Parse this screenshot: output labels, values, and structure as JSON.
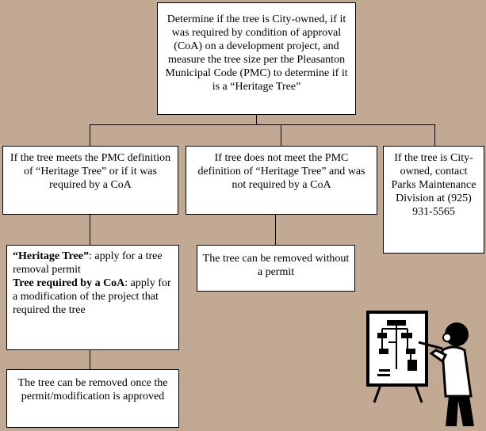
{
  "top_box": {
    "text": "Determine if the tree is City-owned, if it was required by condition of approval (CoA) on a development project, and measure the tree size per the Pleasanton Municipal Code (PMC) to determine if it is a “Heritage Tree”"
  },
  "heritage_box": {
    "text": "If the tree meets the PMC definition of “Heritage Tree” or if it was required by a CoA"
  },
  "not_heritage_box": {
    "text": "If tree does not meet the PMC definition of “Heritage Tree” and was not required by a CoA"
  },
  "city_box": {
    "text": "If the tree is City-owned, contact Parks Maintenance Division at (925) 931-5565"
  },
  "permit_box": {
    "heritage_label": "“Heritage Tree”",
    "heritage_text": ": apply for a tree removal permit",
    "coa_label": "Tree required by a CoA",
    "coa_text": ": apply for a modification of the project that required the tree"
  },
  "no_permit_box": {
    "text": "The tree can be removed without a permit"
  },
  "removed_box": {
    "text": "The tree can be removed once the permit/modification is approved"
  },
  "clipart": {
    "icon": "presenter-with-flowchart-icon"
  }
}
